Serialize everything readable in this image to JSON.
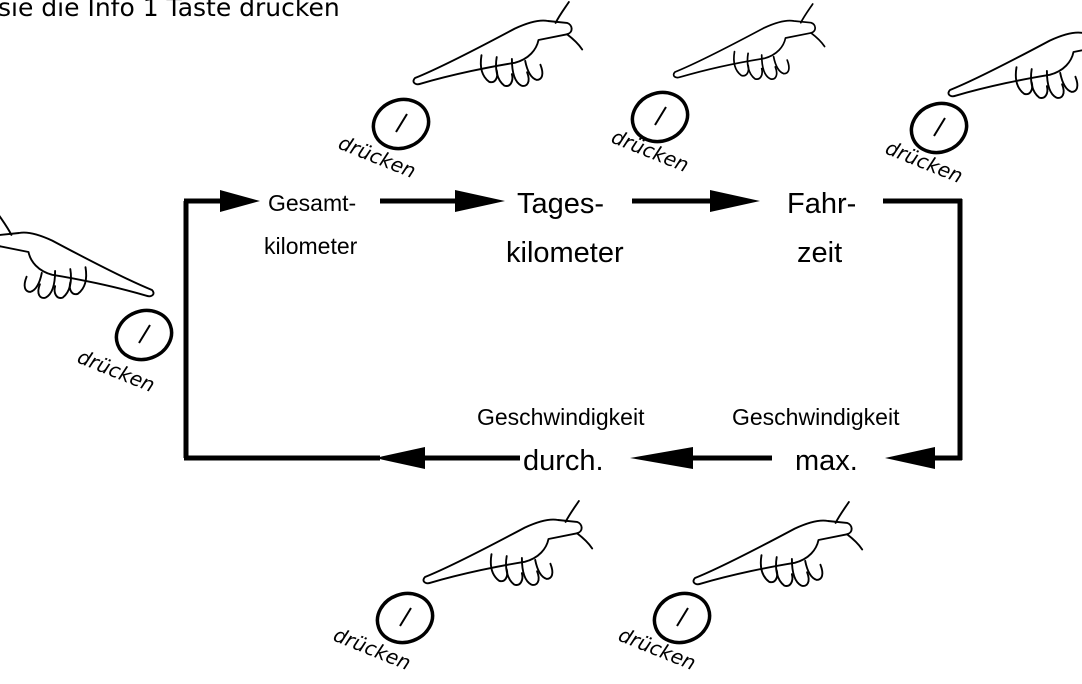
{
  "header": {
    "text": "sie die Info 1 Taste drücken"
  },
  "press_label": "drücken",
  "states": {
    "total_km": {
      "line1": "Gesamt-",
      "line2": "kilometer"
    },
    "day_km": {
      "line1": "Tages-",
      "line2": "kilometer"
    },
    "ride_time": {
      "line1": "Fahr-",
      "line2": "zeit"
    },
    "speed_max": {
      "line1": "Geschwindigkeit",
      "line2": "max."
    },
    "speed_avg": {
      "line1": "Geschwindigkeit",
      "line2": "durch."
    }
  },
  "colors": {
    "ink": "#000000",
    "paper": "#ffffff"
  },
  "icons": {
    "hand": "pointing-hand-icon",
    "button": "info-button-icon"
  }
}
